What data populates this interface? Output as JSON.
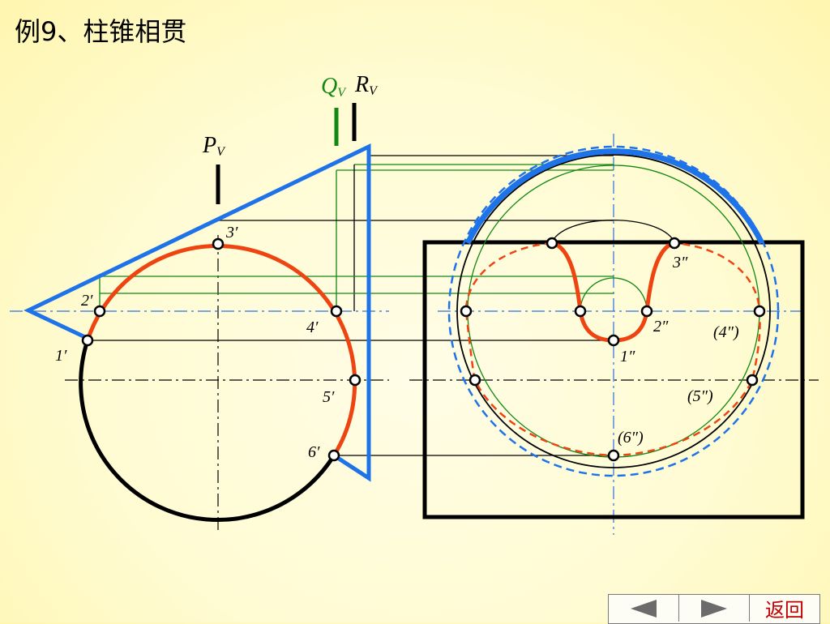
{
  "title": "例9、柱锥相贯",
  "planes": {
    "q": "Q",
    "q_sub": "V",
    "r": "R",
    "r_sub": "V",
    "p": "P",
    "p_sub": "V"
  },
  "front_labels": {
    "p1": "1′",
    "p2": "2′",
    "p3": "3′",
    "p4": "4′",
    "p5": "5′",
    "p6": "6′"
  },
  "side_labels": {
    "p1": "1″",
    "p2": "2″",
    "p3": "3″",
    "p4": "(4″)",
    "p5": "(5″)",
    "p6": "(6″)"
  },
  "nav": {
    "prev_icon": "triangle-left-icon",
    "next_icon": "triangle-right-icon",
    "return_label": "返回"
  },
  "colors": {
    "cone": "#1e73e8",
    "curve_visible": "#ee4411",
    "auxiliary": "#118811",
    "outline": "#000000"
  }
}
